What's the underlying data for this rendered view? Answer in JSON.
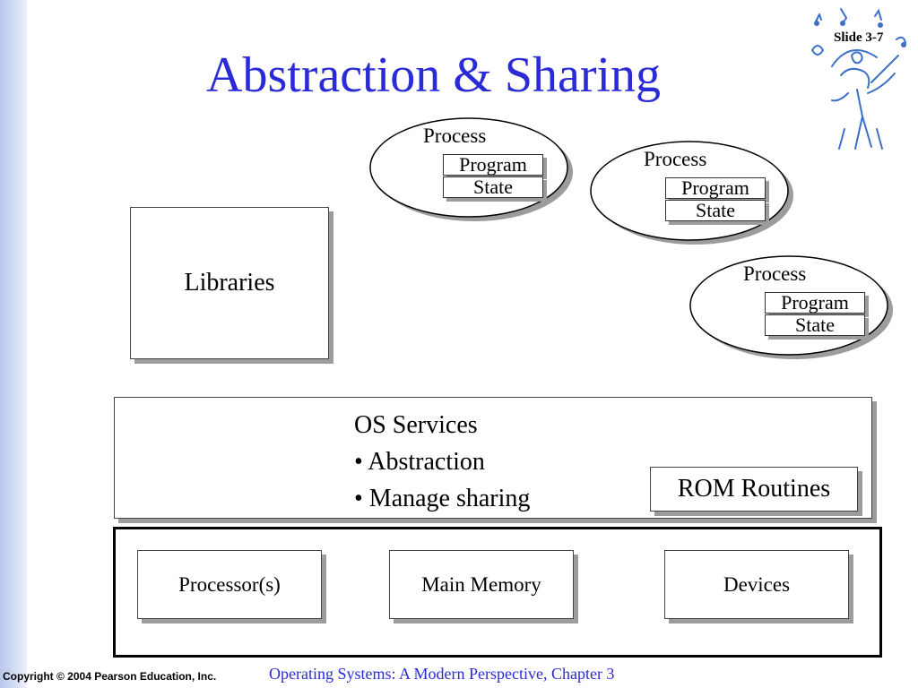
{
  "slide": {
    "title": "Abstraction & Sharing",
    "slide_number": "Slide 3-7"
  },
  "processes": [
    {
      "label": "Process",
      "program": "Program",
      "state": "State"
    },
    {
      "label": "Process",
      "program": "Program",
      "state": "State"
    },
    {
      "label": "Process",
      "program": "Program",
      "state": "State"
    }
  ],
  "libraries": {
    "label": "Libraries"
  },
  "os_services": {
    "heading": "OS Services",
    "bullets": [
      "• Abstraction",
      "• Manage sharing"
    ],
    "rom": "ROM Routines"
  },
  "hardware": {
    "processor": "Processor(s)",
    "memory": "Main Memory",
    "devices": "Devices"
  },
  "footer": {
    "copyright": "Copyright © 2004 Pearson Education, Inc.",
    "course": "Operating Systems: A Modern Perspective, Chapter 3"
  },
  "colors": {
    "title": "#2a2ad6",
    "sidebar": "#c5d0ee",
    "shadow": "#9c9c9c",
    "clipart": "#3b6fc9"
  }
}
